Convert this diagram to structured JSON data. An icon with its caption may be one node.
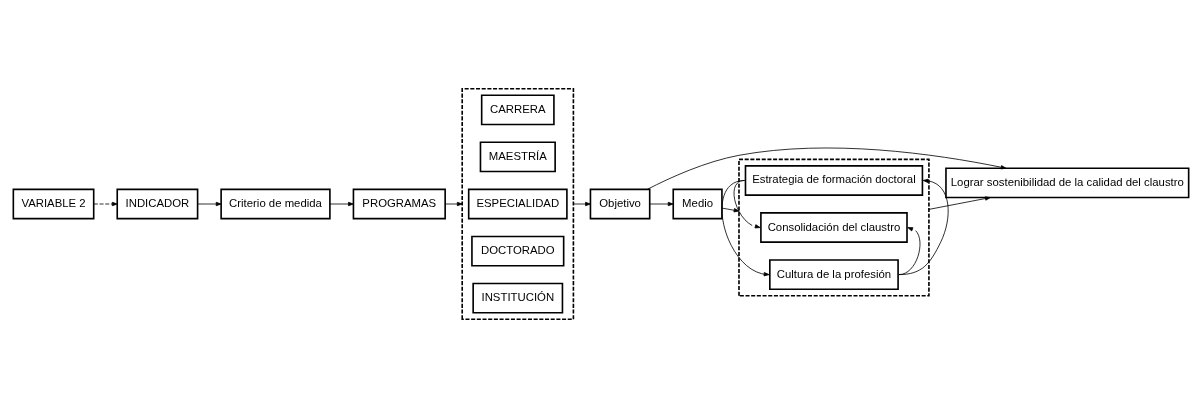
{
  "diagram": {
    "nodes": [
      {
        "text": [
          "VARIABLE 2"
        ]
      },
      {
        "text": [
          "INDICADOR"
        ]
      },
      {
        "text": [
          "Criterio de medida"
        ]
      },
      {
        "text": [
          "PROGRAMAS"
        ]
      },
      {
        "text": [],
        "shape": "box"
      },
      {
        "text": [
          "CARRERA"
        ],
        "in": 4
      },
      {
        "text": [
          "MAESTRÍA"
        ],
        "in": 4
      },
      {
        "text": [
          "ESPECIALIDAD"
        ],
        "in": 4
      },
      {
        "text": [
          "DOCTORADO"
        ],
        "in": 4
      },
      {
        "text": [
          "INSTITUCIÓN"
        ],
        "in": 4
      },
      {
        "text": [
          "Objetivo"
        ]
      },
      {
        "text": [
          "Lograr sostenibilidad de la calidad del claustro"
        ]
      },
      {
        "text": [
          "Medio"
        ]
      },
      {
        "text": [],
        "shape": "box"
      },
      {
        "text": [
          "Estrategia de formación doctoral"
        ],
        "in": 13
      },
      {
        "text": [
          "Consolidación del claustro"
        ],
        "in": 13
      },
      {
        "text": [
          "Cultura de la profesión"
        ],
        "in": 13
      }
    ],
    "edges": [
      {
        "from": 0,
        "to": 1,
        "arrow": "to",
        "style": "dashed"
      },
      {
        "from": 1,
        "to": 2,
        "arrow": "to"
      },
      {
        "from": 2,
        "to": 3,
        "arrow": "to"
      },
      {
        "from": 3,
        "to": 4,
        "arrow": "to"
      },
      {
        "from": 4,
        "to": 10,
        "arrow": "to"
      },
      {
        "from": 10,
        "to": 11,
        "arrow": "to"
      },
      {
        "from": 10,
        "to": 12,
        "arrow": "to"
      },
      {
        "from": 12,
        "to": 13,
        "arrow": "to"
      },
      {
        "from": 13,
        "to": 11,
        "arrow": "to"
      },
      {
        "from": 14,
        "to": 15,
        "arrow": "to"
      },
      {
        "from": 14,
        "to": 16,
        "arrow": "to"
      },
      {
        "from": 16,
        "to": 15,
        "arrow": "to"
      },
      {
        "from": 16,
        "to": 14,
        "arrow": "to"
      }
    ]
  }
}
